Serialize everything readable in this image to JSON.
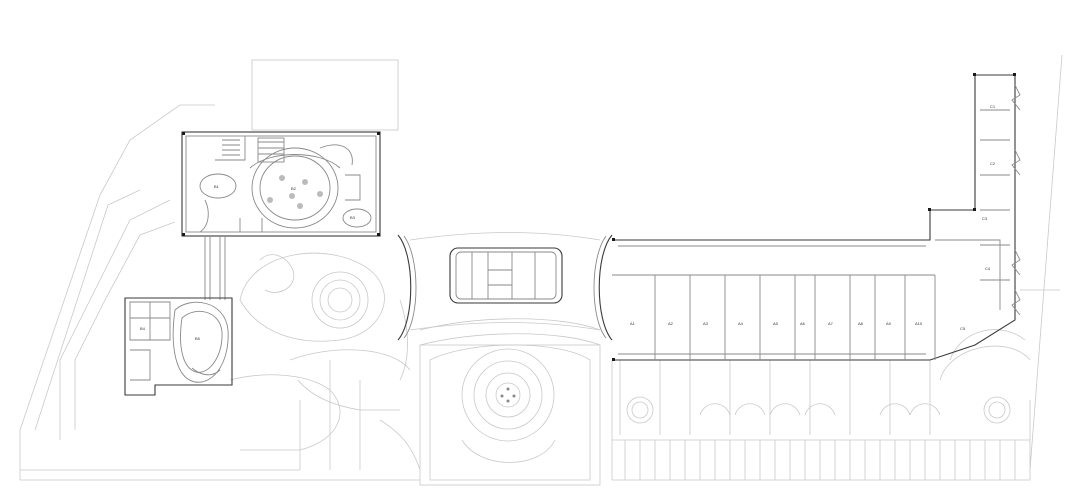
{
  "drawing": {
    "room_labels": [
      "B1",
      "B2",
      "B3",
      "B4",
      "B5",
      "A1",
      "A2",
      "A3",
      "A4",
      "A5",
      "A6",
      "A7",
      "A8",
      "A9",
      "A10",
      "C1",
      "C2",
      "C3",
      "C4",
      "C5"
    ],
    "colors": {
      "ink": "#3a3a3a",
      "landscape": "#c9c9c9",
      "paper": "#ffffff"
    }
  }
}
